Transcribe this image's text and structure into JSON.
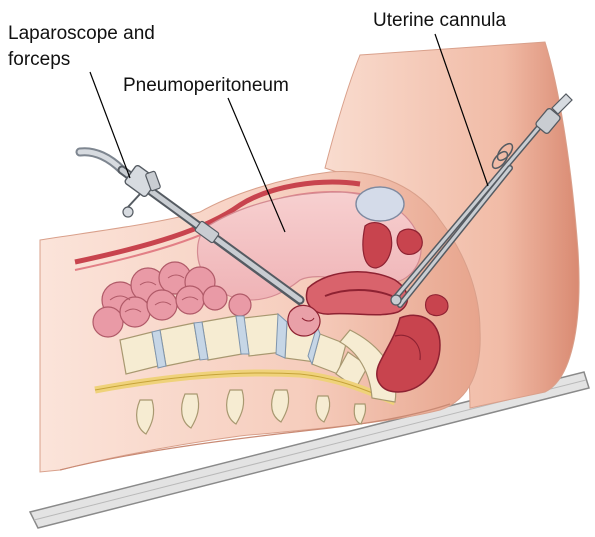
{
  "labels": {
    "laparoscope_line1": "Laparoscope and",
    "laparoscope_line2": "forceps",
    "pneumoperitoneum": "Pneumoperitoneum",
    "uterine_cannula": "Uterine cannula"
  },
  "colors": {
    "skin": "#f7d3c5",
    "skin_shadow": "#e9a98f",
    "skin_dark": "#d98a72",
    "cavity": "#f4c6c8",
    "organ_red": "#c8444e",
    "organ_dark": "#8e2232",
    "bowel": "#e99aa6",
    "vertebra": "#f6ecd2",
    "disc": "#c6d6e6",
    "nerve": "#efd27a",
    "bladder": "#d4dbe9",
    "instrument": "#c9cdd2",
    "instrument_dark": "#555b62",
    "table": "#b9b9b9",
    "leader": "#000000"
  },
  "icons": [
    "laparoscope-icon",
    "uterine-cannula-icon",
    "operating-table-icon"
  ]
}
